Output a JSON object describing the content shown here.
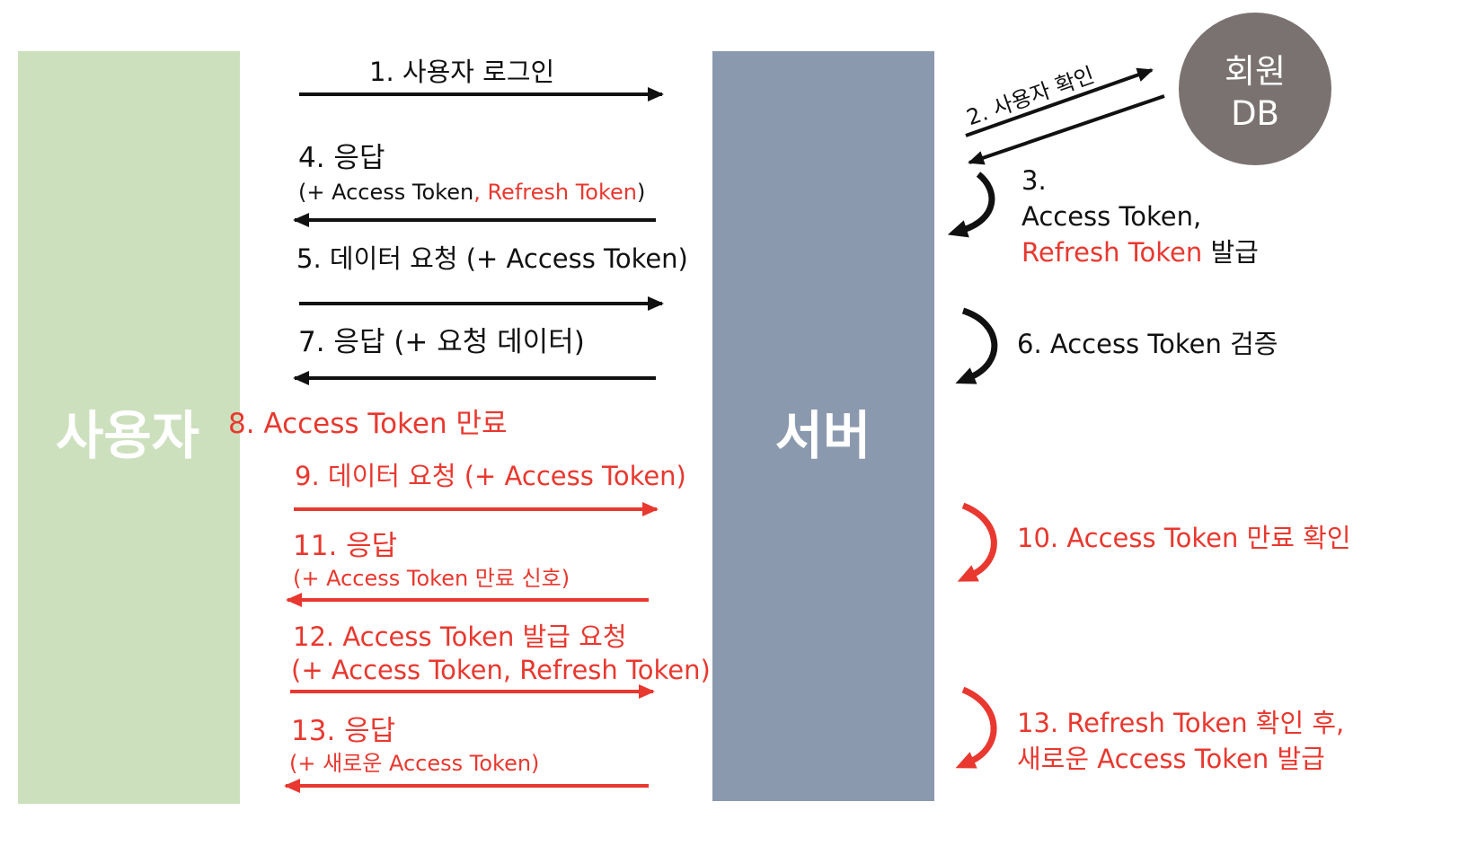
{
  "colors": {
    "user_box": "#cce0bd",
    "server_box": "#8b99ae",
    "db_circle": "#7a7270",
    "black": "#111111",
    "red": "#e8382f"
  },
  "user": {
    "label": "사용자"
  },
  "server": {
    "label": "서버"
  },
  "db": {
    "line1": "회원",
    "line2": "DB"
  },
  "steps": {
    "s1": "1. 사용자 로그인",
    "s2": "2. 사용자 확인",
    "s3": {
      "num": "3.",
      "line1": "Access Token,",
      "line2_red": "Refresh Token",
      "line2_black": " 발급"
    },
    "s4": {
      "line1": "4. 응답",
      "open": "(+ Access Token",
      "comma_red": ", ",
      "red": "Refresh Token",
      "close": ")"
    },
    "s5": "5. 데이터 요청 (+ Access Token)",
    "s6": "6. Access Token 검증",
    "s7": "7. 응답 (+ 요청 데이터)",
    "s8": "8. Access Token 만료",
    "s9": "9. 데이터 요청 (+ Access Token)",
    "s10": "10. Access Token 만료 확인",
    "s11": {
      "line1": "11. 응답",
      "line2": "(+ Access Token 만료 신호)"
    },
    "s12": {
      "line1": "12. Access Token 발급 요청",
      "line2": "(+ Access Token, Refresh Token)"
    },
    "s13a": {
      "line1": "13. 응답",
      "line2": "(+ 새로운 Access Token)"
    },
    "s13b": {
      "line1": "13. Refresh Token 확인 후,",
      "line2": "새로운 Access Token 발급"
    }
  }
}
